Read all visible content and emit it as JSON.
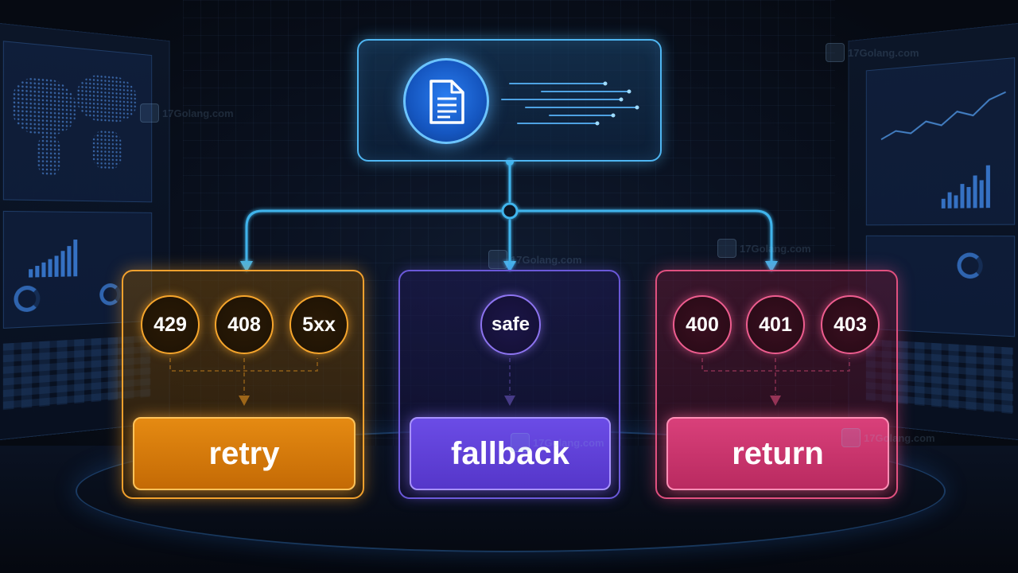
{
  "diagram": {
    "source": {
      "icon": "document-icon"
    },
    "branches": [
      {
        "key": "retry",
        "codes": [
          "429",
          "408",
          "5xx"
        ],
        "action": "retry",
        "color": "#f2a12e"
      },
      {
        "key": "fallback",
        "codes": [
          "safe"
        ],
        "action": "fallback",
        "color": "#6a58d8"
      },
      {
        "key": "return",
        "codes": [
          "400",
          "401",
          "403"
        ],
        "action": "return",
        "color": "#e0507f"
      }
    ],
    "connector_color": "#3fb4ec"
  },
  "watermark": {
    "text": "17Golang.com"
  }
}
